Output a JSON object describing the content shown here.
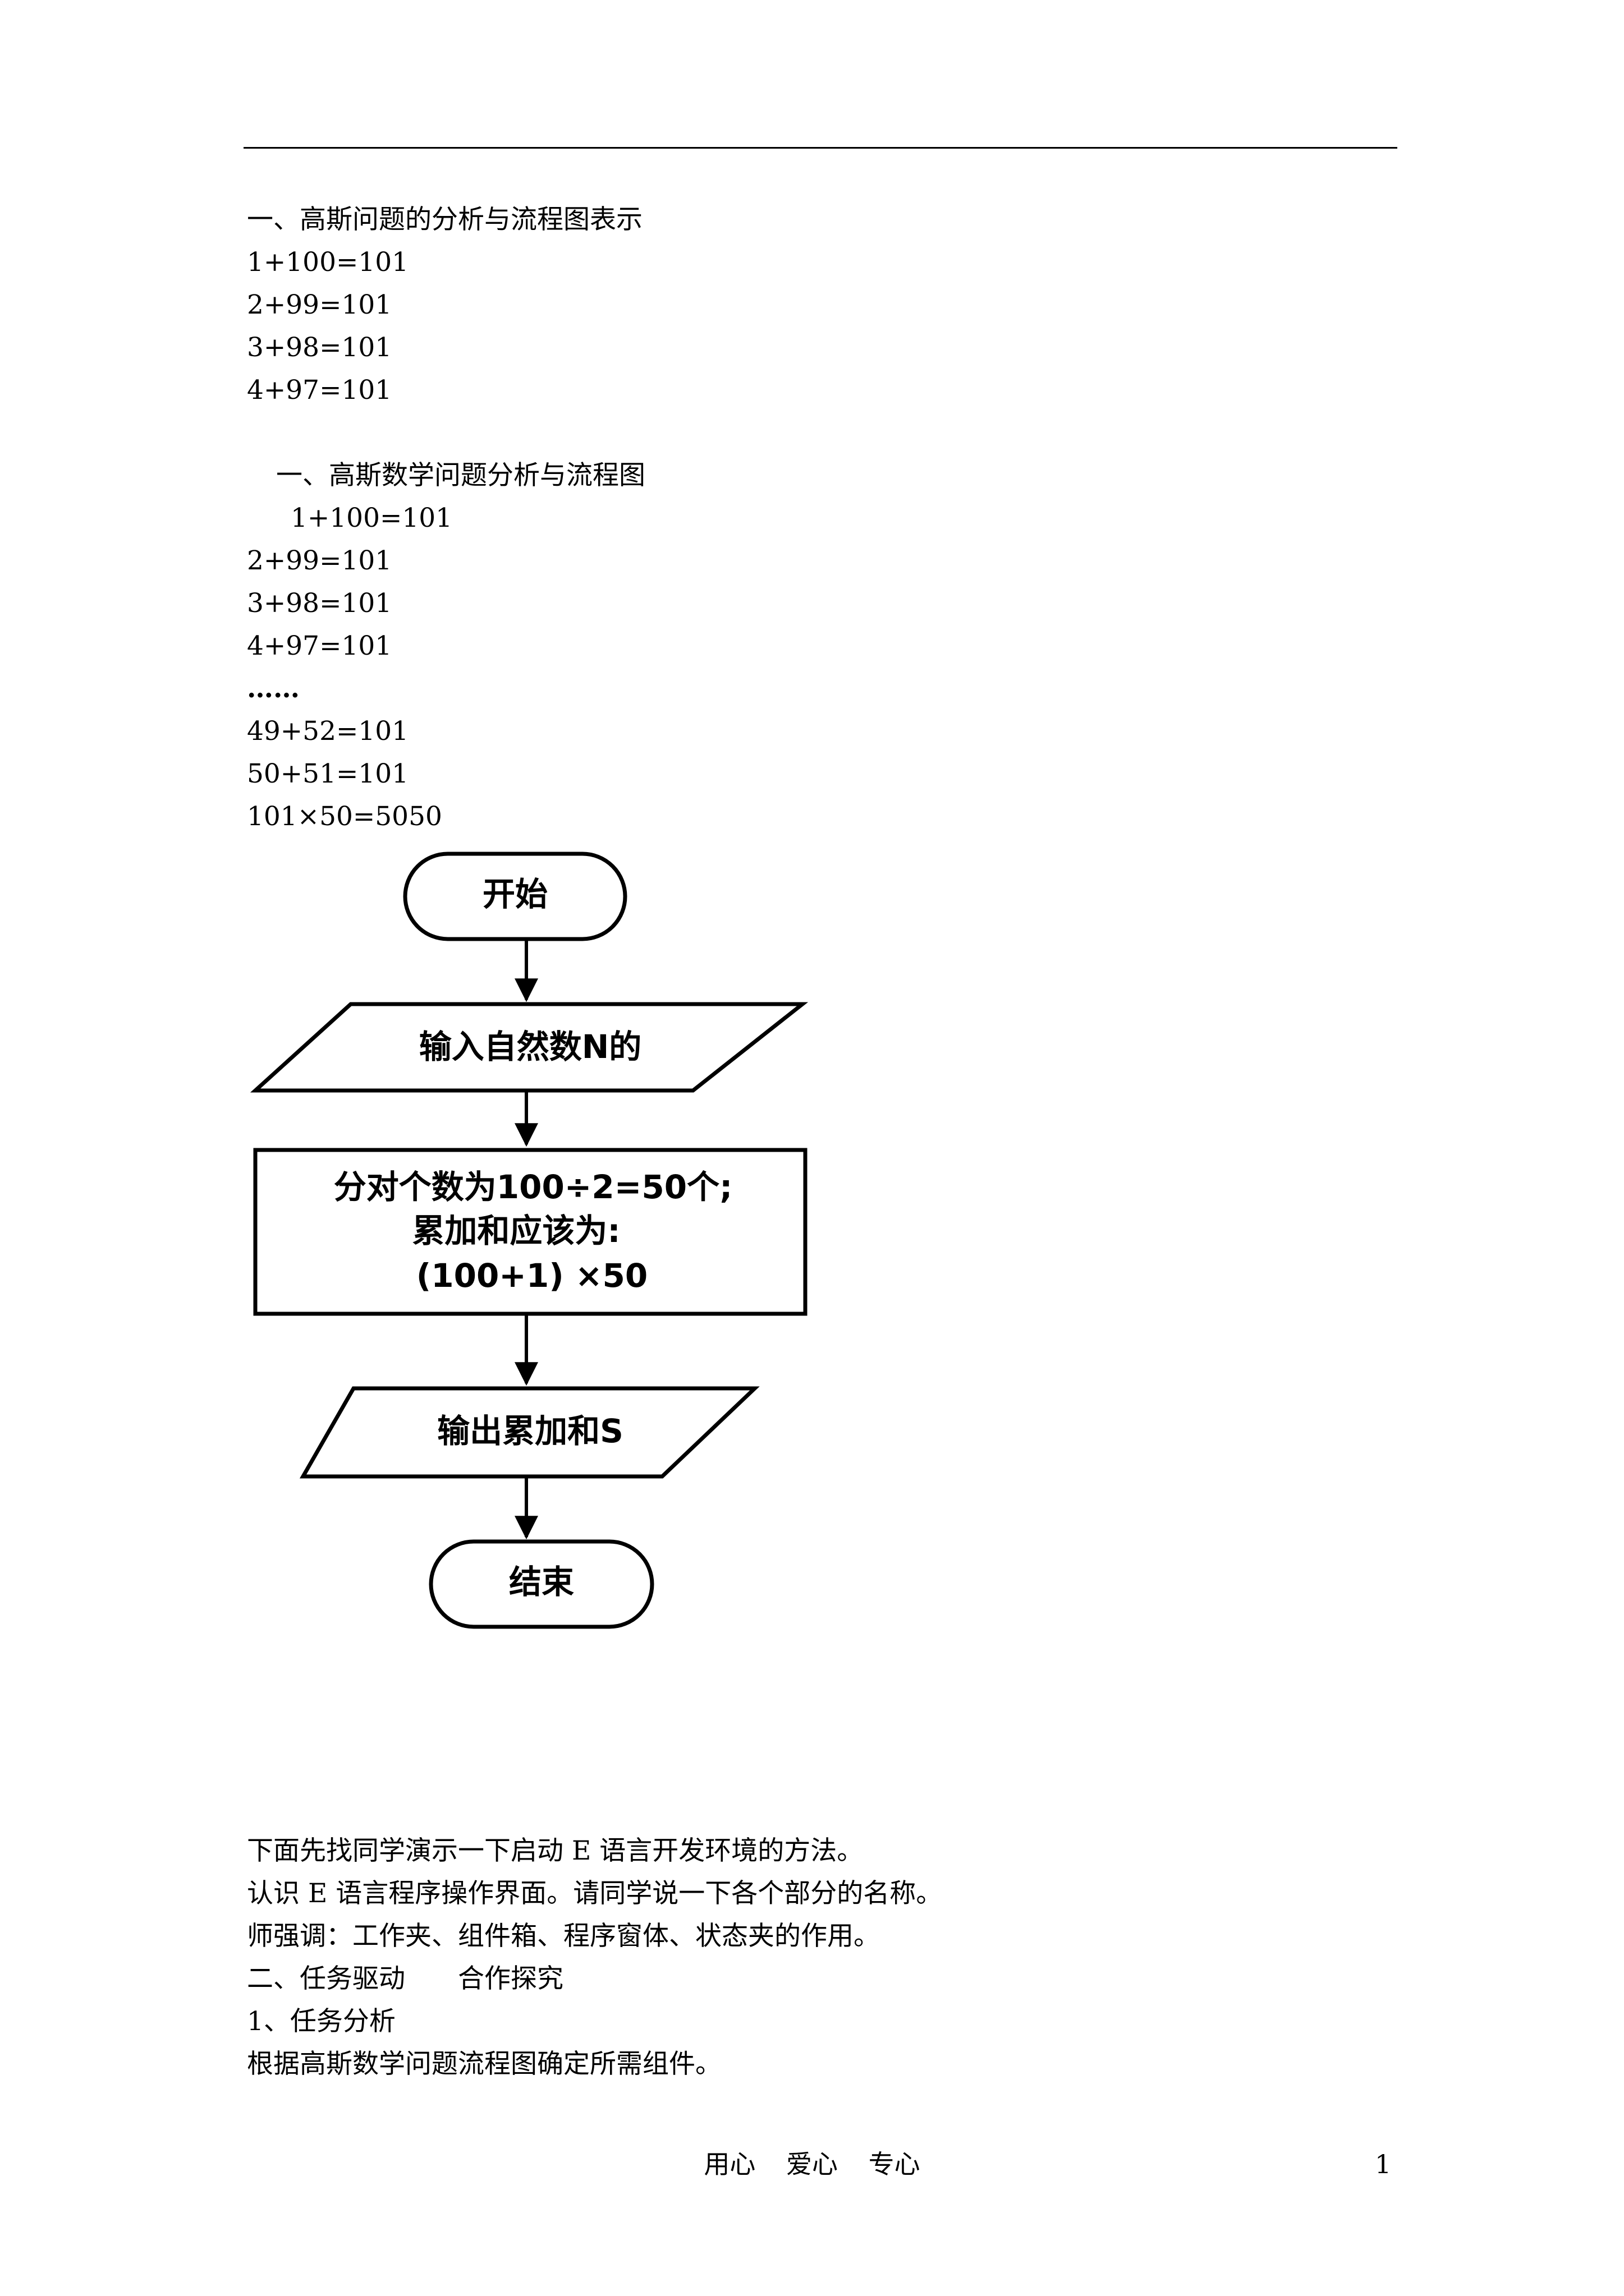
{
  "lines": [
    "一、高斯问题的分析与流程图表示",
    "1+100=101",
    "2+99=101",
    "3+98=101",
    "4+97=101",
    "一、高斯数学问题分析与流程图",
    "1+100=101",
    "2+99=101",
    "3+98=101",
    "4+97=101",
    "……",
    "49+52=101",
    "50+51=101",
    "101×50=5050"
  ],
  "flowchart": {
    "start": "开始",
    "input": "输入自然数N的",
    "process": [
      "分对个数为100÷2=50个;",
      "累加和应该为:",
      "(100+1)  ×50"
    ],
    "output": "输出累加和S",
    "end": "结束"
  },
  "body_lines": [
    "下面先找同学演示一下启动 E 语言开发环境的方法。",
    "认识 E 语言程序操作界面。请同学说一下各个部分的名称。",
    "师强调：工作夹、组件箱、程序窗体、状态夹的作用。",
    "二、任务驱动　　合作探究",
    "1、任务分析",
    "根据高斯数学问题流程图确定所需组件。"
  ],
  "footer": {
    "center": "用心 爱心 专心",
    "page": "1"
  }
}
